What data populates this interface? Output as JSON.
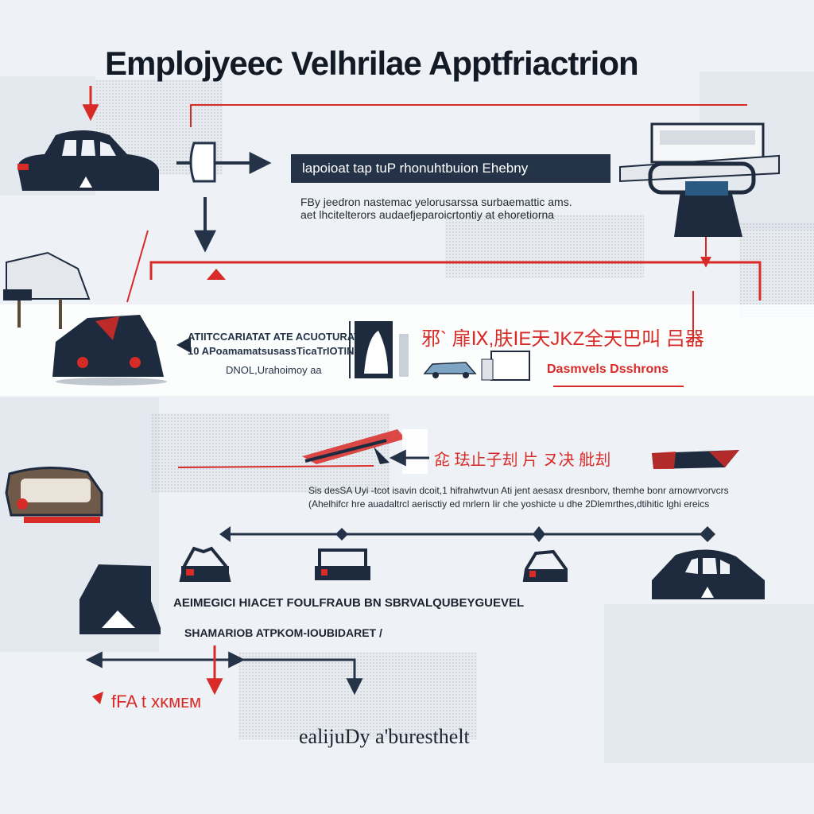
{
  "title": "Emplojyeec Velhrilae Apptfriactrion",
  "section1": {
    "box_label": "lapoioat tap   tuP rhonuhtbuion   Ehebny",
    "desc_line1": "FBy jeedron  nastemac yelorusarssa surbaemattic ams.",
    "desc_line2": "aet lhcitelterors  audaefjeparoicrtontiy at ehoretiorna"
  },
  "section2": {
    "left_line1": "ATIITCCARIATAT ATE ACUOTURATIO",
    "left_line2": "10 APoamamatsusassTicaTrIOTIN",
    "left_line3": "DNOL,Urahoimoy aa",
    "red_label": "邪` 扉Ⅸ,肤ⅠE天JKZ全天巴叫 吕器",
    "red_caption": "Dasmvels  Dsshrons"
  },
  "section3": {
    "red_label": "㖋 珐止子刦 片 ヌ决 舭刦",
    "desc_line1": "Sis desSA  Uyi -tcot isavin dcoit,1 hifrahwtvun   Ati jent aesasx dresnborv,  themhe bonr arnowrvorvcrs",
    "desc_line2": "(Ahelhifcr hre auadaltrcl aerisctiy ed mrlern   Iir che yoshicte u dhe  2Dlemrthes,dtihitic lghi ereics"
  },
  "section4": {
    "caps_line1": "AEIMEGICI HIACET  FOULFRAUB BN  SBRVALQUBEYGUEVEL",
    "caps_line2": "SHAMARIOB ATPKOM-IOUBIDARET /",
    "red_label": "fFA t xᴋᴍᴇᴍ",
    "footer": "ealijuDy a'buresthelt"
  },
  "icons": [
    "car-icon",
    "server-icon",
    "truck-icon",
    "bus-icon",
    "vehicle-icon",
    "document-icon"
  ],
  "colors": {
    "navy": "#1e2b3f",
    "red": "#d82a26",
    "background": "#eef1f5"
  }
}
